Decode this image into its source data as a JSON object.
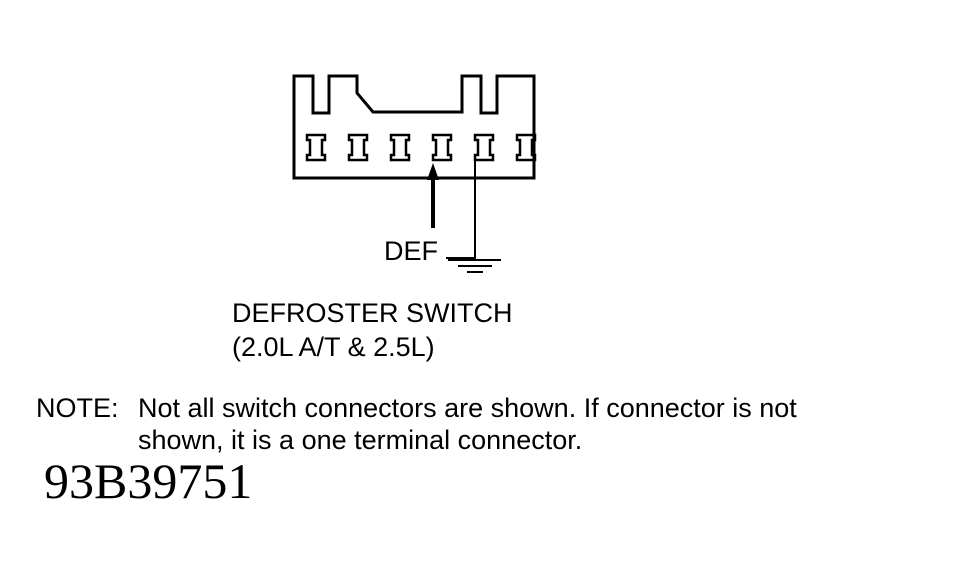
{
  "diagram": {
    "wire_label": "DEF",
    "component_title": "DEFROSTER SWITCH",
    "component_subtitle": "(2.0L A/T & 2.5L)",
    "terminal_count": 6,
    "note_label": "NOTE:",
    "note_line1": "Not all switch connectors are shown. If connector is not",
    "note_line2": "shown, it is a one terminal connector.",
    "figure_code": "93B39751"
  },
  "colors": {
    "ink": "#000000",
    "background": "#ffffff"
  }
}
